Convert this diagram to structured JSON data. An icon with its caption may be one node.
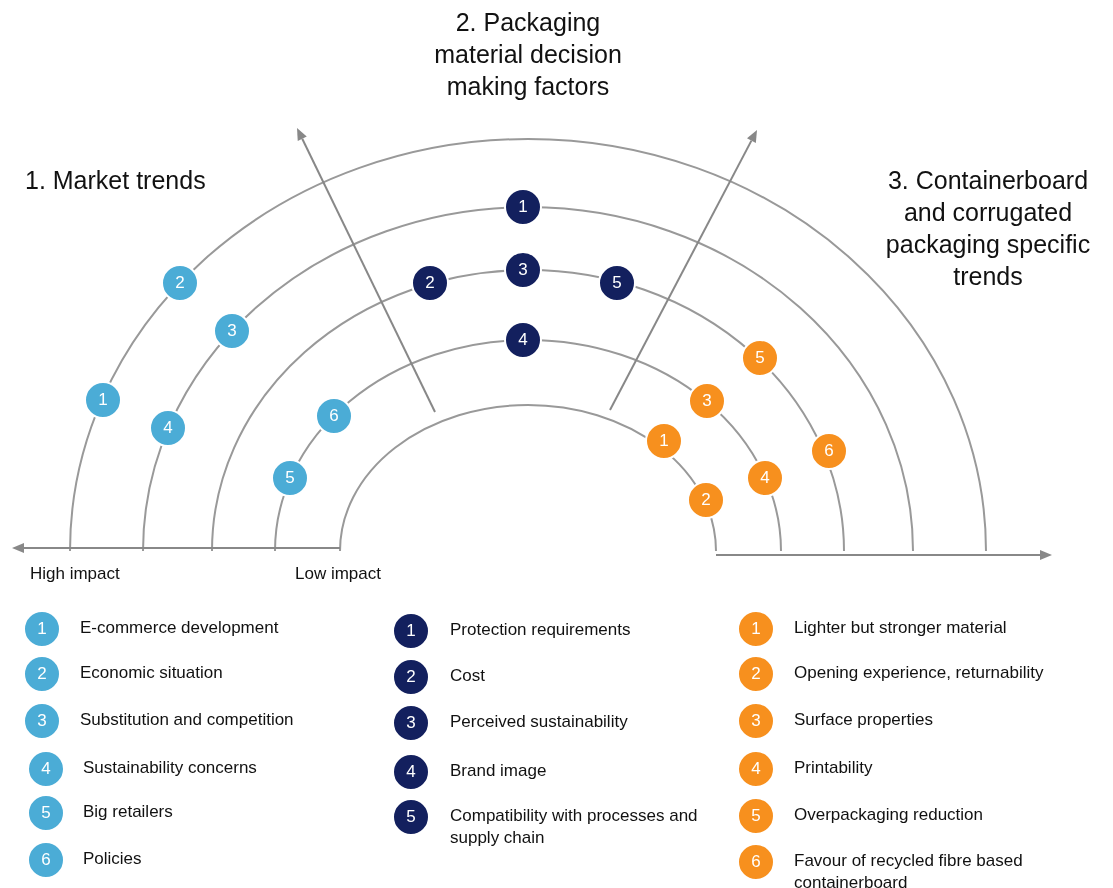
{
  "diagram": {
    "nodes": [
      {
        "text": [
          "1"
        ]
      },
      {
        "text": [
          "2"
        ]
      },
      {
        "text": [
          "3"
        ]
      },
      {
        "text": [
          "4"
        ]
      },
      {
        "text": [
          "5"
        ]
      },
      {
        "text": [
          "6"
        ]
      },
      {
        "text": [
          "1"
        ]
      },
      {
        "text": [
          "2"
        ]
      },
      {
        "text": [
          "3"
        ]
      },
      {
        "text": [
          "4"
        ]
      },
      {
        "text": [
          "5"
        ]
      },
      {
        "text": [
          "1"
        ]
      },
      {
        "text": [
          "2"
        ]
      },
      {
        "text": [
          "3"
        ]
      },
      {
        "text": [
          "4"
        ]
      },
      {
        "text": [
          "5"
        ]
      },
      {
        "text": [
          "6"
        ]
      },
      {
        "text": [
          "1"
        ],
        "beside": [
          "E-commerce development"
        ]
      },
      {
        "text": [
          "2"
        ],
        "beside": [
          "Economic situation"
        ]
      },
      {
        "text": [
          "3"
        ],
        "beside": [
          "Substitution and competition"
        ]
      },
      {
        "text": [
          "4"
        ],
        "beside": [
          "Sustainability concerns"
        ]
      },
      {
        "text": [
          "5"
        ],
        "beside": [
          "Big retailers"
        ]
      },
      {
        "text": [
          "6"
        ],
        "beside": [
          "Policies"
        ]
      },
      {
        "text": [
          "1"
        ],
        "beside": [
          "Protection requirements"
        ]
      },
      {
        "text": [
          "2"
        ],
        "beside": [
          "Cost"
        ]
      },
      {
        "text": [
          "3"
        ],
        "beside": [
          "Perceived sustainability"
        ]
      },
      {
        "text": [
          "4"
        ],
        "beside": [
          "Brand image"
        ]
      },
      {
        "text": [
          "5"
        ],
        "beside": [
          "Compatibility with processes and supply chain"
        ]
      },
      {
        "text": [
          "1"
        ],
        "beside": [
          "Lighter but stronger material"
        ]
      },
      {
        "text": [
          "2"
        ],
        "beside": [
          "Opening experience, returnability"
        ]
      },
      {
        "text": [
          "3"
        ],
        "beside": [
          "Surface properties"
        ]
      },
      {
        "text": [
          "4"
        ],
        "beside": [
          "Printability"
        ]
      },
      {
        "text": [
          "5"
        ],
        "beside": [
          "Overpackaging reduction"
        ]
      },
      {
        "text": [
          "6"
        ],
        "beside": [
          "Favour of recycled fibre based containerboard"
        ]
      }
    ],
    "labels": [
      "2. Packaging material decision making factors",
      "1. Market trends",
      "3. Containerboard and corrugated packaging specific trends",
      "High impact",
      "Low impact"
    ]
  }
}
